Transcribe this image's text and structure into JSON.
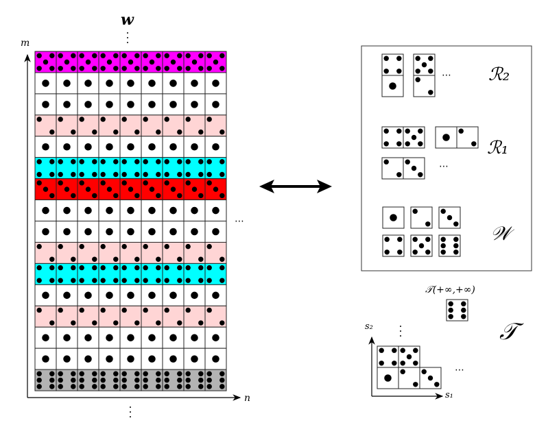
{
  "lattice": {
    "title": "w",
    "x_label": "n",
    "y_label": "m",
    "ellipsis": "⋯",
    "columns": 9,
    "rows_top_to_bottom": [
      {
        "face": 5,
        "color": "#ff00ff"
      },
      {
        "face": 1,
        "color": "#ffffff"
      },
      {
        "face": 1,
        "color": "#ffffff"
      },
      {
        "face": 2,
        "color": "#ffd5d5"
      },
      {
        "face": 1,
        "color": "#ffffff"
      },
      {
        "face": 4,
        "color": "#00ffff"
      },
      {
        "face": 3,
        "color": "#ff0000"
      },
      {
        "face": 1,
        "color": "#ffffff"
      },
      {
        "face": 1,
        "color": "#ffffff"
      },
      {
        "face": 2,
        "color": "#ffd5d5"
      },
      {
        "face": 4,
        "color": "#00ffff"
      },
      {
        "face": 1,
        "color": "#ffffff"
      },
      {
        "face": 2,
        "color": "#ffd5d5"
      },
      {
        "face": 1,
        "color": "#ffffff"
      },
      {
        "face": 1,
        "color": "#ffffff"
      },
      {
        "face": 6,
        "color": "#b3b3b3"
      }
    ]
  },
  "arrow": "double-arrow",
  "panel": {
    "R2": {
      "label": "ℛ₂",
      "dominoes": [
        [
          4,
          1
        ],
        [
          5,
          2
        ]
      ],
      "ellipsis": "⋯"
    },
    "R1": {
      "label": "ℛ₁",
      "dominoes": [
        [
          4,
          5
        ],
        [
          1,
          2
        ],
        [
          2,
          3
        ]
      ],
      "ellipsis": "⋯"
    },
    "W": {
      "label": "𝒲",
      "faces": [
        1,
        2,
        3,
        4,
        5,
        6
      ]
    }
  },
  "tableau": {
    "label": "𝒯",
    "top_label": "𝒯(+∞,+∞)",
    "top_face": 6,
    "x_label": "s₁",
    "y_label": "s₂",
    "rows_top_to_bottom": [
      [
        4,
        5
      ],
      [
        1,
        2,
        3
      ]
    ],
    "ellipsis": "⋯"
  }
}
